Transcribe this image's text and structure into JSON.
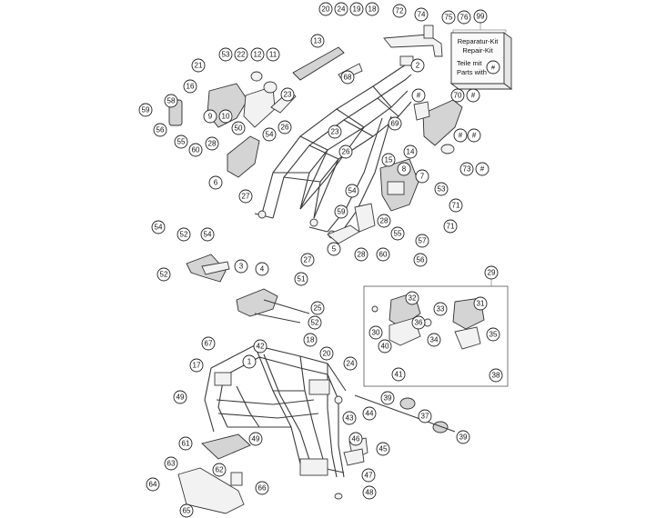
{
  "kit_box": {
    "number": "99",
    "line1": "Reparatur-Kit",
    "line2": "Repair-Kit",
    "line3": "Teile mit",
    "line4": "Parts with",
    "symbol": "#"
  },
  "callouts": {
    "c20a": "20",
    "c24": "24",
    "c19": "19",
    "c18a": "18",
    "c72": "72",
    "c74": "74",
    "c75": "75",
    "c76": "76",
    "c13": "13",
    "c2": "2",
    "c68": "68",
    "c53a": "53",
    "c22": "22",
    "c12": "12",
    "c11": "11",
    "c21": "21",
    "c16": "16",
    "c23a": "23",
    "c9": "9",
    "c10": "10",
    "c50": "50",
    "c58": "58",
    "c59a": "59",
    "c56a": "56",
    "c55a": "55",
    "c60a": "60",
    "c28a": "28",
    "c26a": "26",
    "c54a": "54",
    "c23b": "23",
    "c26b": "26",
    "c6": "6",
    "c27a": "27",
    "c70": "70",
    "h1": "#",
    "c69": "69",
    "h2": "#",
    "h3": "#",
    "c14": "14",
    "h4": "#",
    "c73": "73",
    "h5": "#",
    "c15": "15",
    "c8": "8",
    "c7": "7",
    "c53b": "53",
    "c71a": "71",
    "c71b": "71",
    "c54b": "54",
    "c59b": "59",
    "c28b": "28",
    "c55b": "55",
    "c57": "57",
    "c5": "5",
    "c28c": "28",
    "c60b": "60",
    "c56b": "56",
    "c27b": "27",
    "c54c": "54",
    "c52a": "52",
    "c54d": "54",
    "c3": "3",
    "c52b": "52",
    "c4": "4",
    "c51": "51",
    "c25": "25",
    "c52c": "52",
    "c29": "29",
    "c32": "32",
    "c33": "33",
    "c31": "31",
    "c36": "36",
    "c30": "30",
    "c34": "34",
    "c35": "35",
    "c40": "40",
    "c41": "41",
    "c38": "38",
    "c67": "67",
    "c42": "42",
    "c18b": "18",
    "c20b": "20",
    "c17": "17",
    "c1": "1",
    "c24b": "24",
    "c49a": "49",
    "c43": "43",
    "c44": "44",
    "c39a": "39",
    "c37": "37",
    "c39b": "39",
    "c61": "61",
    "c49b": "49",
    "c46": "46",
    "c45": "45",
    "c62": "62",
    "c63": "63",
    "c66": "66",
    "c47": "47",
    "c64": "64",
    "c65": "65",
    "c48": "48"
  }
}
